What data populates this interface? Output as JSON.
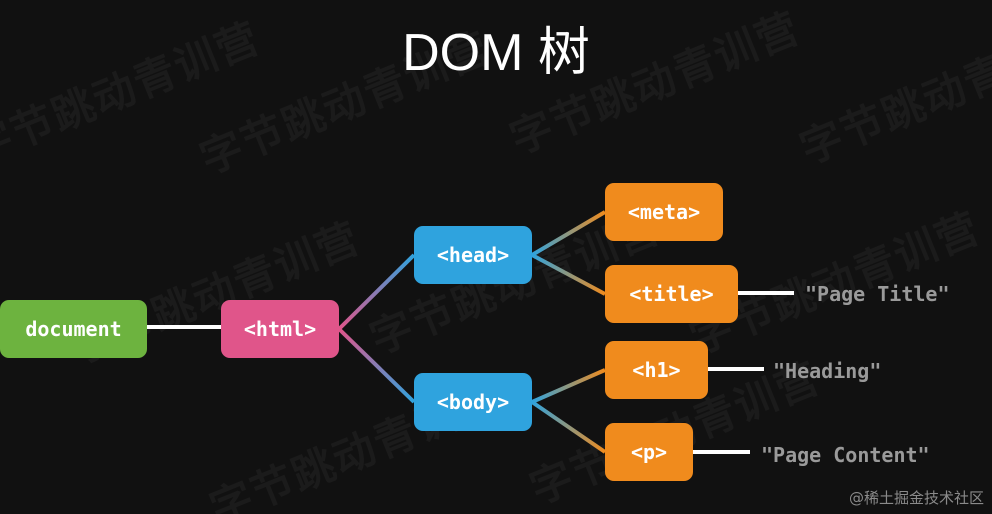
{
  "title": "DOM 树",
  "watermark": "字节跳动青训营",
  "credit": "@稀土掘金技术社区",
  "nodes": {
    "document": "document",
    "html": "<html>",
    "head": "<head>",
    "body": "<body>",
    "meta": "<meta>",
    "title": "<title>",
    "h1": "<h1>",
    "p": "<p>"
  },
  "text_nodes": {
    "page_title": "\"Page Title\"",
    "heading": "\"Heading\"",
    "page_content": "\"Page Content\""
  },
  "colors": {
    "background": "#111111",
    "document": "#6db33f",
    "html": "#e0558a",
    "parent": "#2fa3de",
    "leaf": "#f08b1d",
    "text_node": "#9a9a9a",
    "connector": "#ffffff"
  }
}
